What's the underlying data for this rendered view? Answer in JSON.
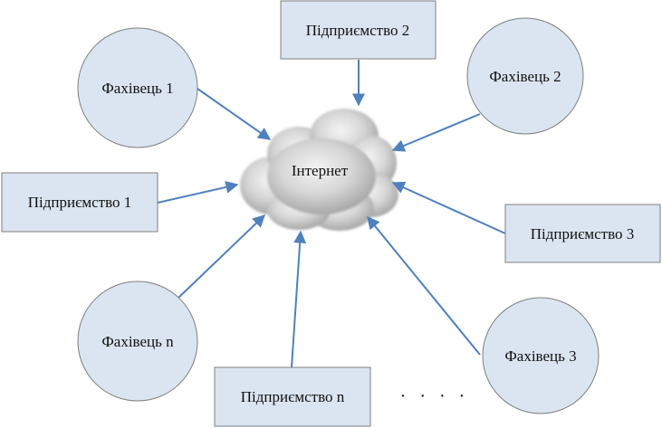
{
  "diagram": {
    "center_label": "Інтернет",
    "nodes": {
      "specialist_1": "Фахівець 1",
      "specialist_2": "Фахівець 2",
      "specialist_3": "Фахівець 3",
      "specialist_n": "Фахівець n",
      "enterprise_1": "Підприємство 1",
      "enterprise_2": "Підприємство 2",
      "enterprise_3": "Підприємство 3",
      "enterprise_n": "Підприємство n"
    },
    "ellipsis": "· · · ·"
  },
  "colors": {
    "node_fill": "#dbe5f1",
    "node_stroke": "#7f7f7f",
    "arrow": "#4f81bd",
    "cloud": "#c4c4c4"
  }
}
